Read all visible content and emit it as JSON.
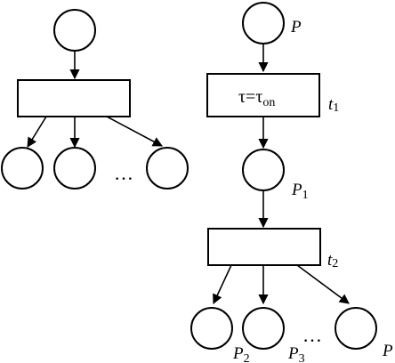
{
  "left_net": {
    "ellipsis": "…"
  },
  "right_net": {
    "top_place": {
      "label": "P"
    },
    "transition_t1": {
      "label_main": "t",
      "label_sub": "1",
      "guard_tau": "τ",
      "guard_eq": "=τ",
      "guard_sub": "on"
    },
    "place_p1": {
      "label_main": "P",
      "label_sub": "1"
    },
    "transition_t2": {
      "label_main": "t",
      "label_sub": "2"
    },
    "place_p2": {
      "label_main": "P",
      "label_sub": "2"
    },
    "place_p3": {
      "label_main": "P",
      "label_sub": "3"
    },
    "place_last": {
      "label": "P"
    },
    "ellipsis": "…"
  }
}
